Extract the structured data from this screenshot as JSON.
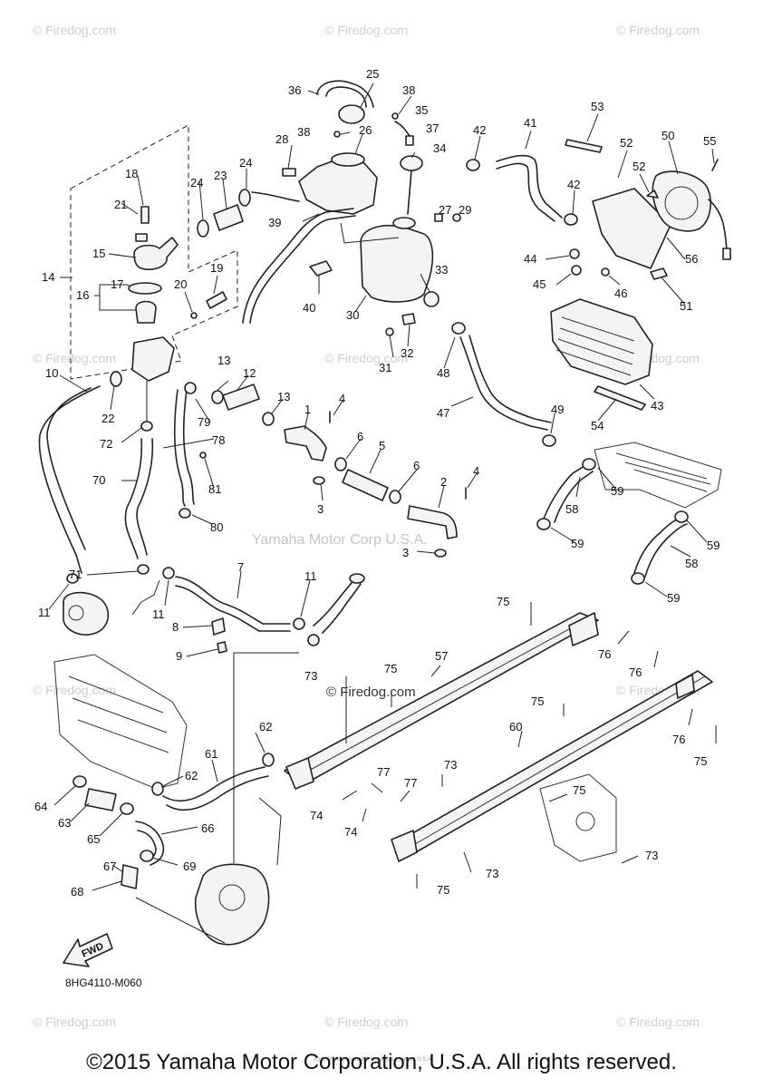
{
  "watermarks": {
    "corner": "© Firedog.com",
    "center": "© Firedog.com",
    "yamaha": "Yamaha Motor Corp U.S.A."
  },
  "diagram_code": "8HG4110-M060",
  "fwd_label": "FWD",
  "fine_print": "(c) 2005-2015 Yamaha Motor Corporation, U.S.A.",
  "copyright": "©2015 Yamaha Motor Corporation, U.S.A. All rights reserved.",
  "callouts": {
    "n1": "1",
    "n2": "2",
    "n3a": "3",
    "n3b": "3",
    "n4a": "4",
    "n4b": "4",
    "n5": "5",
    "n6a": "6",
    "n6b": "6",
    "n7": "7",
    "n8": "8",
    "n9": "9",
    "n10": "10",
    "n11a": "11",
    "n11b": "11",
    "n11c": "11",
    "n12": "12",
    "n13a": "13",
    "n13b": "13",
    "n14": "14",
    "n15": "15",
    "n16": "16",
    "n17": "17",
    "n18": "18",
    "n19": "19",
    "n20": "20",
    "n21": "21",
    "n22": "22",
    "n23": "23",
    "n24a": "24",
    "n24b": "24",
    "n25": "25",
    "n26": "26",
    "n27": "27",
    "n28": "28",
    "n29": "29",
    "n30": "30",
    "n31": "31",
    "n32": "32",
    "n33": "33",
    "n34": "34",
    "n35": "35",
    "n36": "36",
    "n37": "37",
    "n38a": "38",
    "n38b": "38",
    "n39": "39",
    "n40": "40",
    "n41": "41",
    "n42a": "42",
    "n42b": "42",
    "n43": "43",
    "n44": "44",
    "n45": "45",
    "n46": "46",
    "n47": "47",
    "n48": "48",
    "n49": "49",
    "n50": "50",
    "n51": "51",
    "n52a": "52",
    "n52b": "52",
    "n53": "53",
    "n54": "54",
    "n55": "55",
    "n56": "56",
    "n57": "57",
    "n58a": "58",
    "n58b": "58",
    "n59a": "59",
    "n59b": "59",
    "n59c": "59",
    "n59d": "59",
    "n60": "60",
    "n61": "61",
    "n62a": "62",
    "n62b": "62",
    "n63": "63",
    "n64": "64",
    "n65": "65",
    "n66": "66",
    "n67": "67",
    "n68": "68",
    "n69": "69",
    "n70": "70",
    "n71": "71",
    "n72": "72",
    "n73a": "73",
    "n73b": "73",
    "n73c": "73",
    "n73d": "73",
    "n74a": "74",
    "n74b": "74",
    "n75a": "75",
    "n75b": "75",
    "n75c": "75",
    "n75d": "75",
    "n75e": "75",
    "n75f": "75",
    "n76a": "76",
    "n76b": "76",
    "n76c": "76",
    "n77a": "77",
    "n77b": "77",
    "n78": "78",
    "n79": "79",
    "n80": "80",
    "n81": "81"
  }
}
